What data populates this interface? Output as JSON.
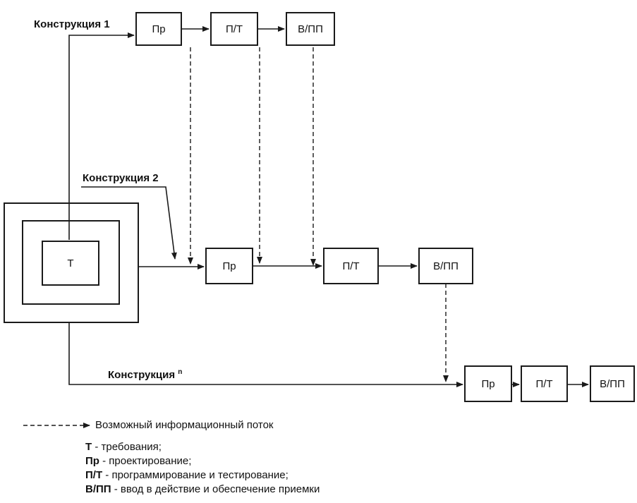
{
  "boxes": {
    "t": "Т",
    "pr": "Пр",
    "pt": "П/Т",
    "vpp": "В/ПП"
  },
  "labels": {
    "construction1": "Конструкция 1",
    "construction2": "Конструкция 2",
    "construction_n_word": "Конструкция",
    "construction_n_sup": "n"
  },
  "legend": {
    "dashed_caption": "Возможный информационный поток",
    "items": [
      {
        "key": "Т",
        "text": " - требования;"
      },
      {
        "key": "Пр",
        "text": " - проектирование;"
      },
      {
        "key": "П/Т",
        "text": " - программирование и тестирование;"
      },
      {
        "key": "В/ПП",
        "text": " - ввод в действие и обеспечение приемки"
      }
    ]
  }
}
